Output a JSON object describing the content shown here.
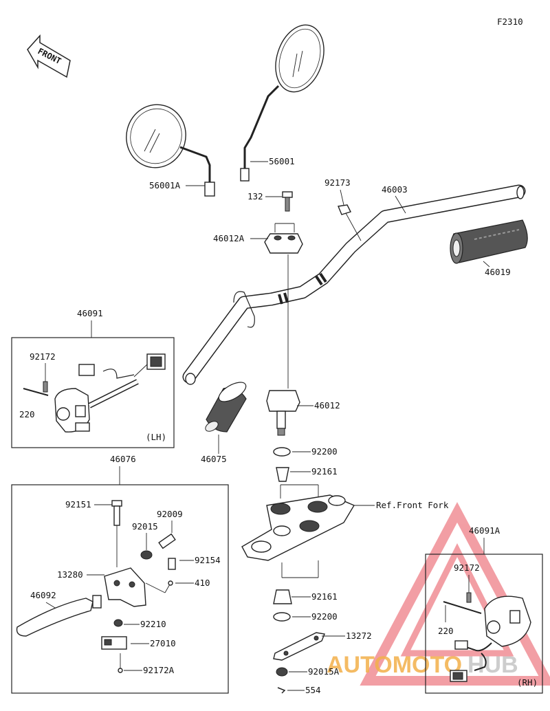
{
  "figure_id": "F2310",
  "front_label": "FRONT",
  "lh_label": "(LH)",
  "rh_label": "(RH)",
  "watermark": {
    "word_a": "AUTOMOTO",
    "word_b": "HUB",
    "color_a": "#f3b04a",
    "color_b": "#c8c8c8",
    "logo_color": "#e8505b"
  },
  "parts": {
    "p56001": "56001",
    "p56001A": "56001A",
    "p132": "132",
    "p92173": "92173",
    "p46003": "46003",
    "p46012A": "46012A",
    "p46019": "46019",
    "p46091": "46091",
    "p92172_lh": "92172",
    "p220_lh": "220",
    "p46075": "46075",
    "p46012": "46012",
    "p92200_top": "92200",
    "p92161_top": "92161",
    "p46076": "46076",
    "p92151": "92151",
    "p92009": "92009",
    "p92015": "92015",
    "p92154": "92154",
    "p13280": "13280",
    "p410": "410",
    "p46092": "46092",
    "p92210": "92210",
    "p27010": "27010",
    "p92172A": "92172A",
    "ref_front_fork": "Ref.Front Fork",
    "p92161_bot": "92161",
    "p92200_bot": "92200",
    "p13272": "13272",
    "p92015A": "92015A",
    "p554": "554",
    "p46091A": "46091A",
    "p92172_rh": "92172",
    "p220_rh": "220"
  }
}
